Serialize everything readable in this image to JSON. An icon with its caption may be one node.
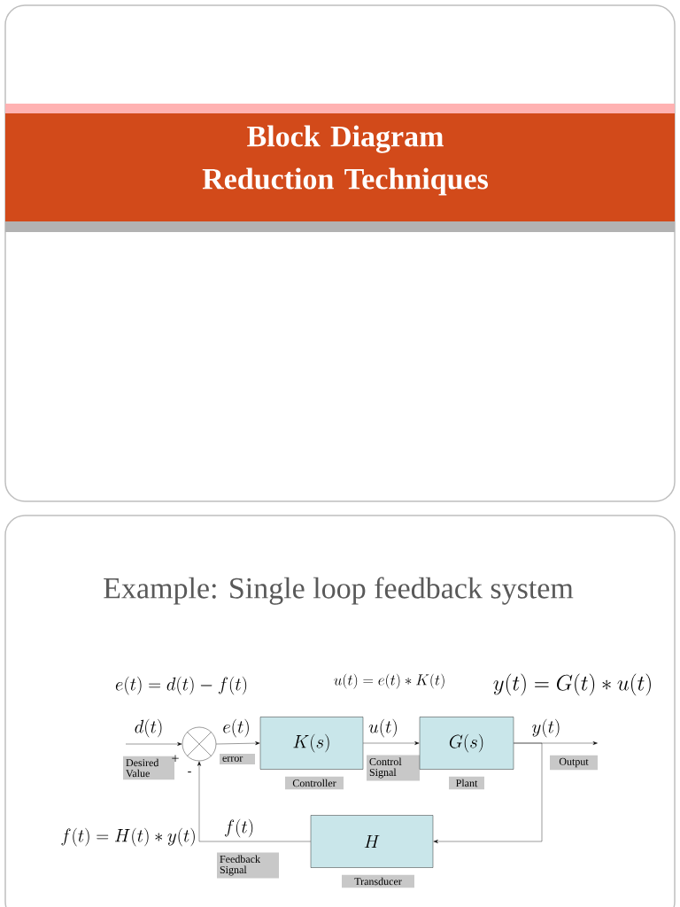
{
  "diagram": {
    "title": "Block Diagram Reduction Techniques",
    "nodes": [
      {
        "text": [],
        "shape": "circle"
      },
      {
        "text": [
          "K(s)"
        ],
        "beside": [
          "Controller"
        ]
      },
      {
        "text": [
          "G(s)"
        ],
        "beside": [
          "Plant"
        ]
      },
      {
        "text": [
          "H"
        ],
        "beside": [
          "Transducer"
        ]
      },
      {
        "text": [
          "Output"
        ]
      }
    ],
    "edges": [
      {
        "from": null,
        "to": 0,
        "arrow": "to",
        "label": "d(t)"
      },
      {
        "from": 0,
        "to": 1,
        "arrow": "to",
        "label": "e(t)"
      },
      {
        "from": 1,
        "to": 2,
        "arrow": "to",
        "label": "u(t)"
      },
      {
        "from": 2,
        "to": 4,
        "arrow": "to",
        "label": "y(t)"
      },
      {
        "from": 2,
        "to": 3,
        "arrow": "to"
      },
      {
        "from": 3,
        "to": 0,
        "arrow": "to",
        "label": "f(t)"
      }
    ],
    "labels": [
      "Example: Single loop feedback system",
      "e(t)=d(t)-f(t)",
      "u(t)=e(t)*K(t)",
      "y(t)=G(t)*u(t)",
      "Desired Value",
      "+",
      "-",
      "error",
      "Control Signal",
      "f(t)=H(t)*y(t)",
      "Feedback Signal"
    ]
  }
}
